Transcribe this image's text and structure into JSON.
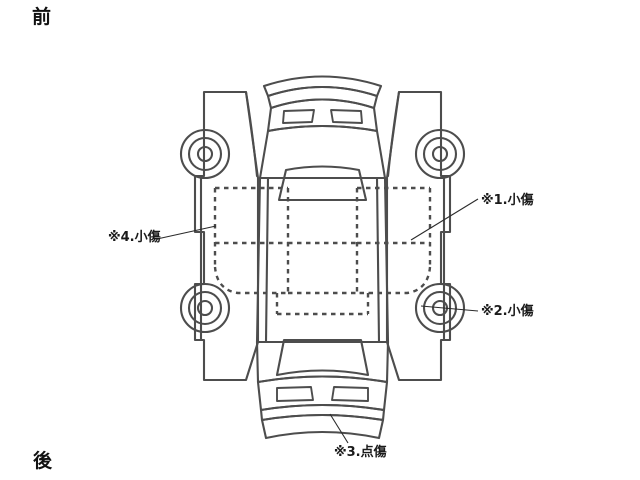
{
  "document": {
    "type": "vehicle-condition-diagram",
    "orientation_labels": {
      "front": "前",
      "rear": "後"
    }
  },
  "annotations": [
    {
      "id": 1,
      "text": "※1.小傷",
      "position": "right-upper",
      "target": "right-side-panel-upper"
    },
    {
      "id": 2,
      "text": "※2.小傷",
      "position": "right-lower",
      "target": "right-rear-wheel"
    },
    {
      "id": 3,
      "text": "※3.点傷",
      "position": "bottom-center",
      "target": "front-bumper"
    },
    {
      "id": 4,
      "text": "※4.小傷",
      "position": "left-middle",
      "target": "left-side-panel-middle"
    }
  ],
  "annotation_1": {
    "label": "※1.小傷"
  },
  "annotation_2": {
    "label": "※2.小傷"
  },
  "annotation_3": {
    "label": "※3.点傷"
  },
  "annotation_4": {
    "label": "※4.小傷"
  },
  "colors": {
    "outline": "#4d4d4d",
    "leader": "#2b2b2b",
    "text": "#111111",
    "background": "#ffffff"
  },
  "diagram_parts": {
    "roof_top_view": "center",
    "left_side_view": "folded-left",
    "right_side_view": "folded-right",
    "rear_bumper": "top",
    "front_bumper": "bottom",
    "wheels": 4
  }
}
